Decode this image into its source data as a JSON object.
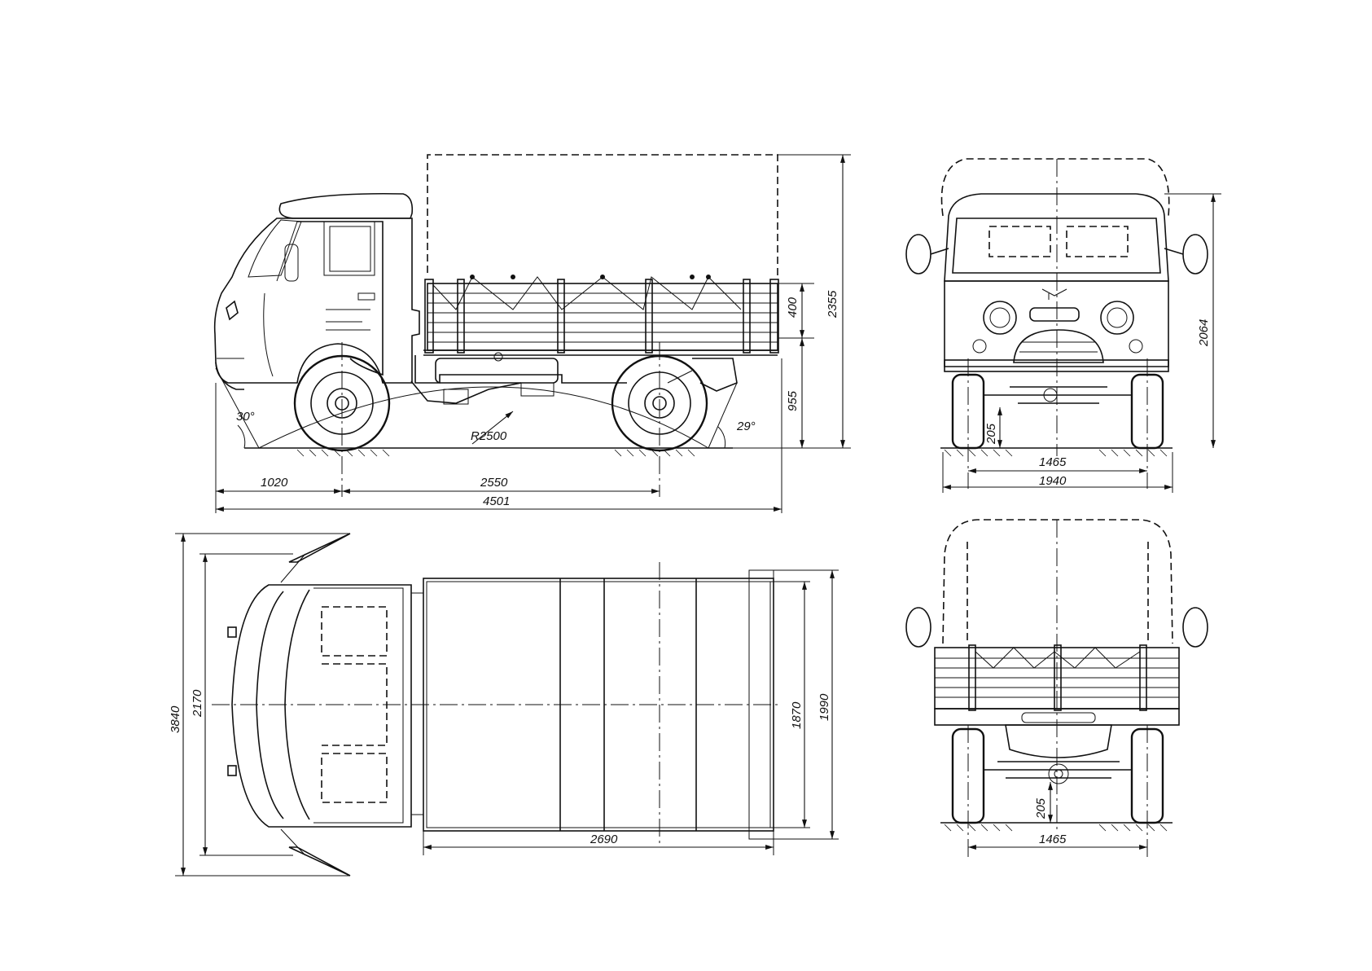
{
  "dimensions": {
    "side": {
      "front_overhang": "1020",
      "wheelbase": "2550",
      "overall_length": "4501",
      "total_height": "2355",
      "side_board_height": "400",
      "platform_height": "955",
      "approach_angle": "30°",
      "departure_angle": "29°",
      "ramp_radius": "R2500"
    },
    "front": {
      "cab_height": "2064",
      "ground_clearance": "205",
      "track": "1465",
      "overall_width": "1940"
    },
    "top": {
      "mirror_width": "3840",
      "cab_width": "2170",
      "outer_body_width": "1990",
      "inner_body_width": "1870",
      "body_length": "2690"
    },
    "rear": {
      "ground_clearance": "205",
      "track": "1465"
    }
  },
  "colors": {
    "line": "#111111",
    "background": "#ffffff"
  }
}
